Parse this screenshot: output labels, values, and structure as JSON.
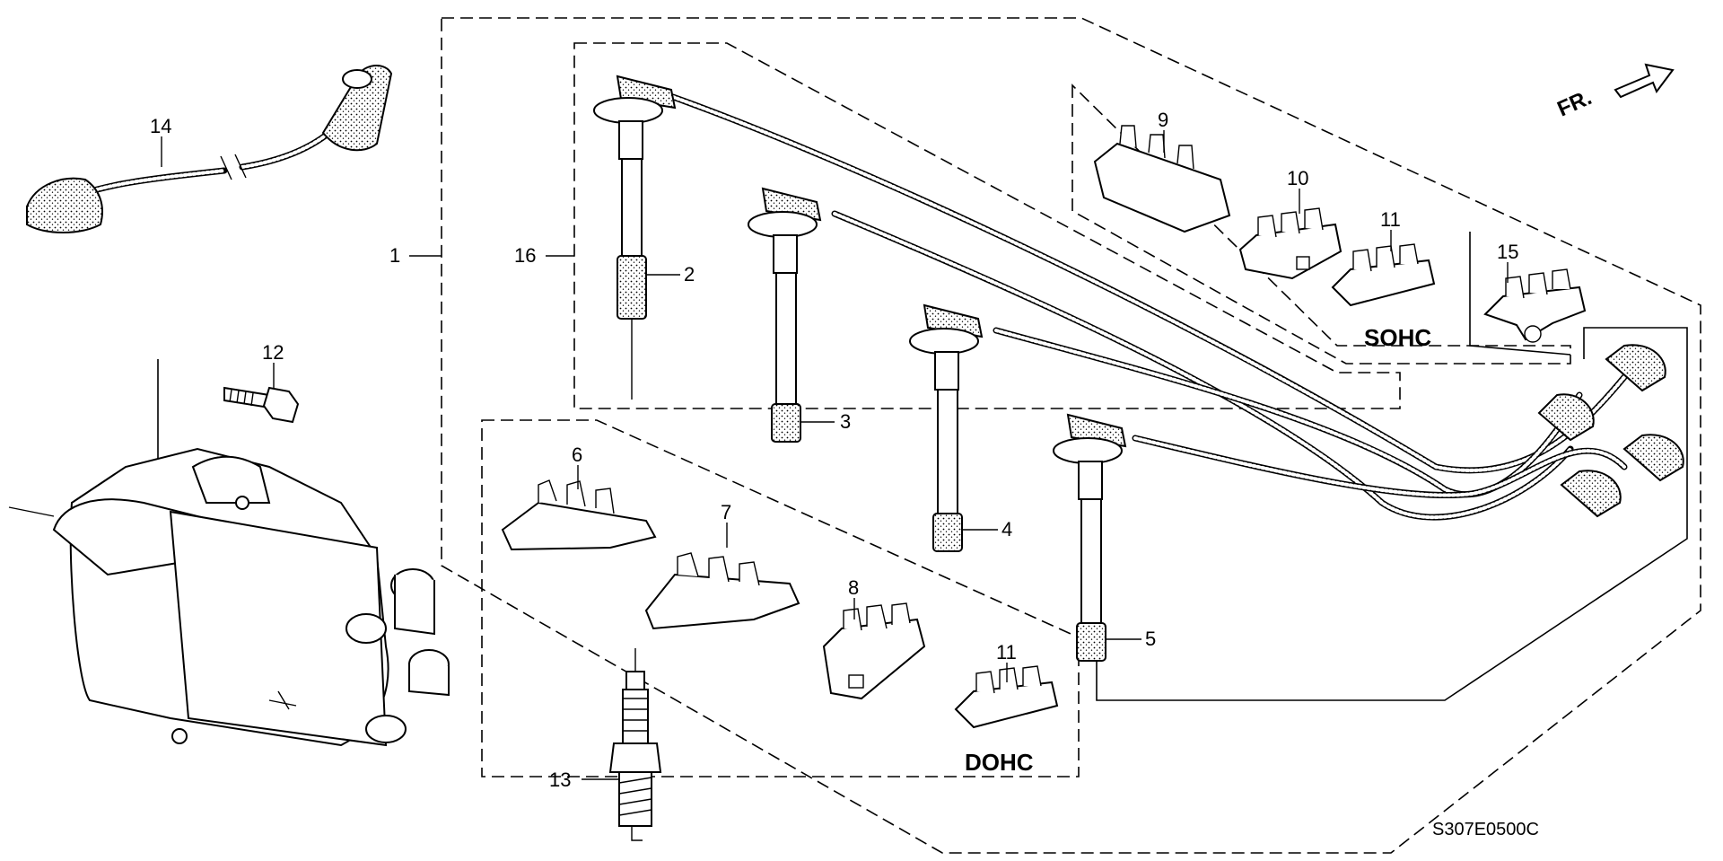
{
  "callouts": {
    "c1": "1",
    "c2": "2",
    "c3": "3",
    "c4": "4",
    "c5": "5",
    "c6": "6",
    "c7": "7",
    "c8": "8",
    "c9": "9",
    "c10": "10",
    "c11_sohc": "11",
    "c11_dohc": "11",
    "c12": "12",
    "c13": "13",
    "c14": "14",
    "c15": "15",
    "c16": "16"
  },
  "variants": {
    "sohc": "SOHC",
    "dohc": "DOHC"
  },
  "direction_marker": "FR.",
  "diagram_code": "S307E0500C"
}
